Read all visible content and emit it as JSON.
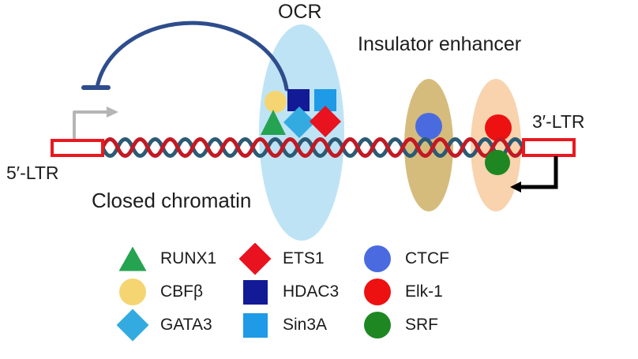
{
  "labels": {
    "ocr": "OCR",
    "insulator_enhancer": "Insulator enhancer",
    "closed_chromatin": "Closed chromatin",
    "ltr5": "5′-LTR",
    "ltr3": "3′-LTR"
  },
  "colors": {
    "ocr_region": "#bee3f5",
    "insulator_region": "#d6bc7c",
    "enhancer_region": "#f8d3ae",
    "dna_strand_red": "#c21a24",
    "dna_strand_blue": "#2c5a74",
    "ltr_box_border": "#e8191f",
    "ltr_box_fill": "#ffffff",
    "inhibition_arc": "#2e4d8c",
    "transcription_arrow": "#b5b5b5",
    "polyadenylation_arrow": "#000000"
  },
  "legend": {
    "items": [
      {
        "label": "RUNX1",
        "shape": "triangle",
        "color": "#26a350"
      },
      {
        "label": "CBFβ",
        "shape": "circle",
        "color": "#f5d572"
      },
      {
        "label": "GATA3",
        "shape": "diamond",
        "color": "#33abe1"
      },
      {
        "label": "ETS1",
        "shape": "diamond",
        "color": "#e8131f"
      },
      {
        "label": "HDAC3",
        "shape": "square",
        "color": "#131a96"
      },
      {
        "label": "Sin3A",
        "shape": "square",
        "color": "#1e9ae6"
      },
      {
        "label": "CTCF",
        "shape": "circle",
        "color": "#4a6bdf"
      },
      {
        "label": "Elk-1",
        "shape": "circle",
        "color": "#ee1111"
      },
      {
        "label": "SRF",
        "shape": "circle",
        "color": "#1e8722"
      }
    ]
  }
}
